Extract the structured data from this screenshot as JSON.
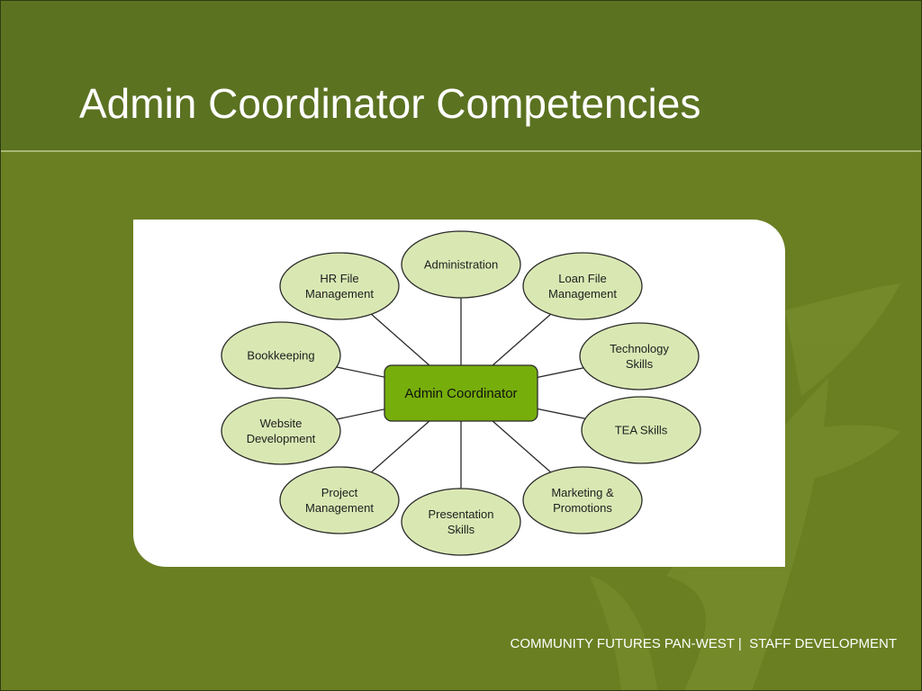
{
  "slide": {
    "title": "Admin Coordinator Competencies",
    "footer": "COMMUNITY FUTURES PAN-WEST |  STAFF DEVELOPMENT"
  },
  "diagram": {
    "center": "Admin Coordinator",
    "nodes": [
      {
        "key": "administration",
        "lines": [
          "Administration"
        ]
      },
      {
        "key": "loan-file-management",
        "lines": [
          "Loan File",
          "Management"
        ]
      },
      {
        "key": "technology-skills",
        "lines": [
          "Technology",
          "Skills"
        ]
      },
      {
        "key": "tea-skills",
        "lines": [
          "TEA Skills"
        ]
      },
      {
        "key": "marketing-promotions",
        "lines": [
          "Marketing &",
          "Promotions"
        ]
      },
      {
        "key": "presentation-skills",
        "lines": [
          "Presentation",
          "Skills"
        ]
      },
      {
        "key": "project-management",
        "lines": [
          "Project",
          "Management"
        ]
      },
      {
        "key": "website-development",
        "lines": [
          "Website",
          "Development"
        ]
      },
      {
        "key": "bookkeeping",
        "lines": [
          "Bookkeeping"
        ]
      },
      {
        "key": "hr-file-management",
        "lines": [
          "HR File",
          "Management"
        ]
      }
    ]
  },
  "colors": {
    "background": "#6a7f22",
    "title_band": "#5b7221",
    "center_fill": "#76ae0c",
    "node_fill": "#d9e8b3",
    "stroke": "#2a2a2a"
  }
}
